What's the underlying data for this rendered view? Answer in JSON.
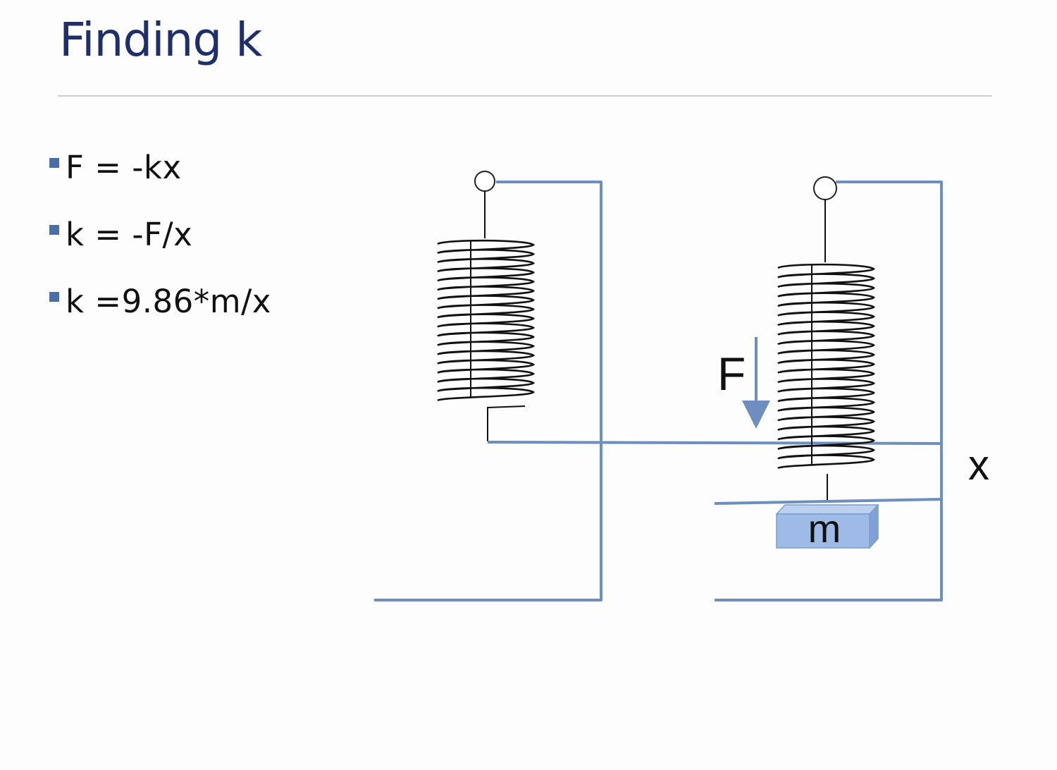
{
  "slide": {
    "title": "Finding k"
  },
  "bullets": [
    {
      "text": "F = -kx"
    },
    {
      "text": "k = -F/x"
    },
    {
      "text": "k =9.86*m/x"
    }
  ],
  "diagram": {
    "force_label": "F",
    "displacement_label": "x",
    "mass_label": "m"
  },
  "colors": {
    "title": "#1f2f6b",
    "bullet_marker": "#4a6ea6",
    "frame_line": "#6d8ebf",
    "mass_block": "#9dbbe6"
  }
}
